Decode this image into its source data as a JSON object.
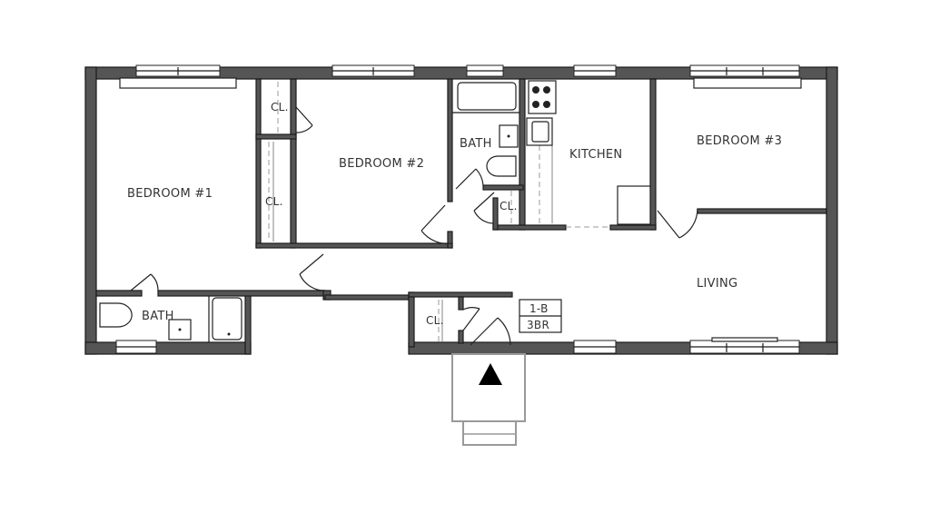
{
  "plan": {
    "unit_code": "1-B",
    "unit_type": "3BR",
    "colors": {
      "wall": "#555555",
      "line": "#1a1a1a",
      "background": "#ffffff",
      "entry_marker": "#000000"
    },
    "rooms": [
      {
        "id": "bedroom-1",
        "label": "BEDROOM #1"
      },
      {
        "id": "bedroom-2",
        "label": "BEDROOM #2"
      },
      {
        "id": "bedroom-3",
        "label": "BEDROOM #3"
      },
      {
        "id": "bath-main",
        "label": "BATH"
      },
      {
        "id": "bath-2",
        "label": "BATH"
      },
      {
        "id": "kitchen",
        "label": "KITCHEN"
      },
      {
        "id": "living",
        "label": "LIVING"
      },
      {
        "id": "closet-1",
        "label": "CL."
      },
      {
        "id": "closet-2",
        "label": "CL."
      },
      {
        "id": "closet-3",
        "label": "CL."
      },
      {
        "id": "closet-4",
        "label": "CL."
      }
    ],
    "entry_icon": "triangle-up-icon"
  }
}
